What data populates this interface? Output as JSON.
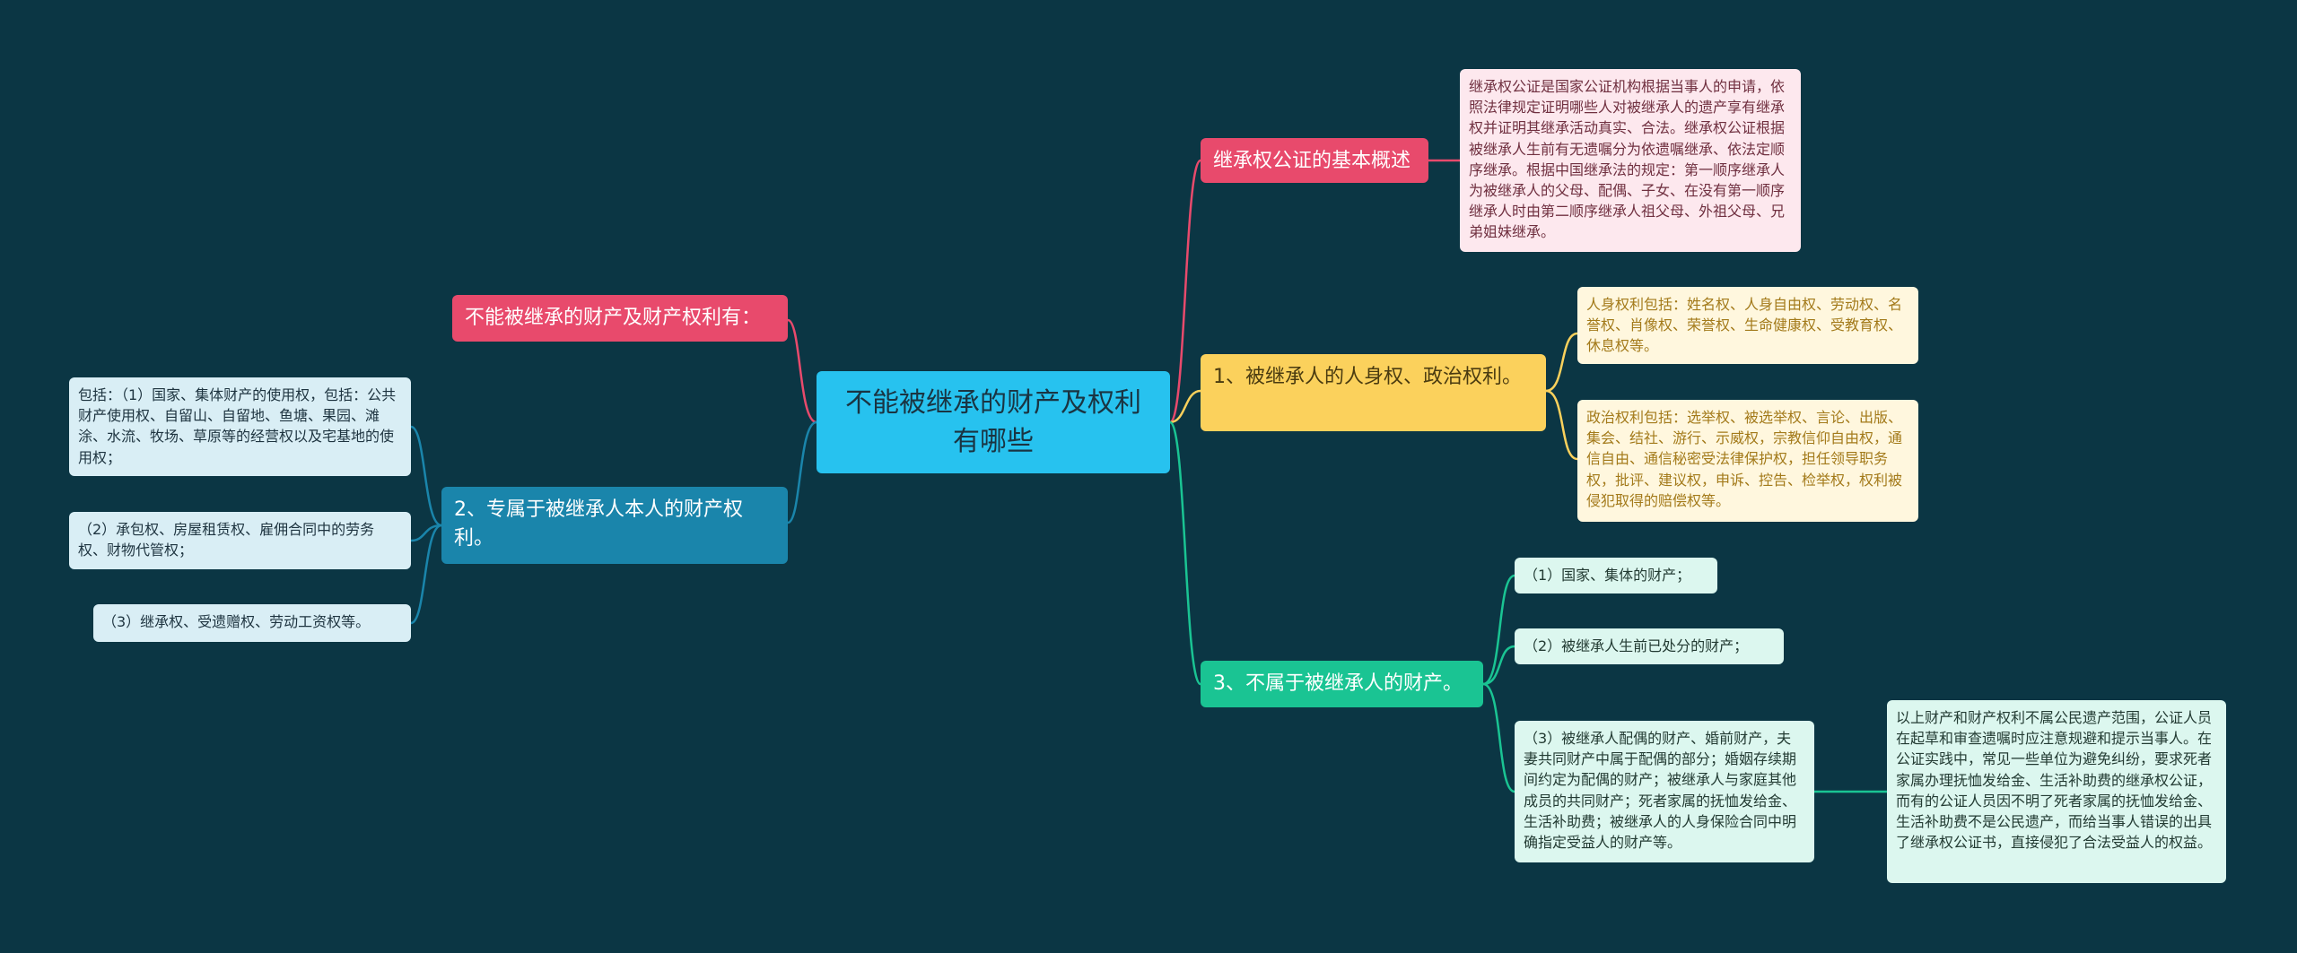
{
  "colors": {
    "background": "#0b3644",
    "root": "#27c2ef",
    "pink": "#e84a6c",
    "blue": "#1a85ab",
    "yellow": "#fbd15c",
    "green": "#1ac493"
  },
  "root": {
    "title": "不能被继承的财产及权利有哪些"
  },
  "left": {
    "branch1": {
      "label": "不能被继承的财产及财产权利有："
    },
    "branch2": {
      "label": "2、专属于被继承人本人的财产权利。",
      "leaves": [
        "包括：（1）国家、集体财产的使用权，包括：公共财产使用权、自留山、自留地、鱼塘、果园、滩涂、水流、牧场、草原等的经营权以及宅基地的使用权；",
        "（2）承包权、房屋租赁权、雇佣合同中的劳务权、财物代管权；",
        "（3）继承权、受遗赠权、劳动工资权等。"
      ]
    }
  },
  "right": {
    "branch1": {
      "label": "继承权公证的基本概述",
      "leaf": "继承权公证是国家公证机构根据当事人的申请，依照法律规定证明哪些人对被继承人的遗产享有继承权并证明其继承活动真实、合法。继承权公证根据被继承人生前有无遗嘱分为依遗嘱继承、依法定顺序继承。根据中国继承法的规定：第一顺序继承人为被继承人的父母、配偶、子女、在没有第一顺序继承人时由第二顺序继承人祖父母、外祖父母、兄弟姐妹继承。"
    },
    "branch2": {
      "label": "1、被继承人的人身权、政治权利。",
      "leaves": [
        "人身权利包括：姓名权、人身自由权、劳动权、名誉权、肖像权、荣誉权、生命健康权、受教育权、休息权等。",
        "政治权利包括：选举权、被选举权、言论、出版、集会、结社、游行、示威权，宗教信仰自由权，通信自由、通信秘密受法律保护权，担任领导职务权，批评、建议权，申诉、控告、检举权，权利被侵犯取得的赔偿权等。"
      ]
    },
    "branch3": {
      "label": "3、不属于被继承人的财产。",
      "leaves": [
        "（1）国家、集体的财产；",
        "（2）被继承人生前已处分的财产；",
        "（3）被继承人配偶的财产、婚前财产，夫妻共同财产中属于配偶的部分；婚姻存续期间约定为配偶的财产；被继承人与家庭其他成员的共同财产；死者家属的抚恤发给金、生活补助费；被继承人的人身保险合同中明确指定受益人的财产等。"
      ],
      "sub_leaf": "以上财产和财产权利不属公民遗产范围，公证人员在起草和审查遗嘱时应注意规避和提示当事人。在公证实践中，常见一些单位为避免纠纷，要求死者家属办理抚恤发给金、生活补助费的继承权公证，而有的公证人员因不明了死者家属的抚恤发给金、生活补助费不是公民遗产，而给当事人错误的出具了继承权公证书，直接侵犯了合法受益人的权益。"
    }
  }
}
